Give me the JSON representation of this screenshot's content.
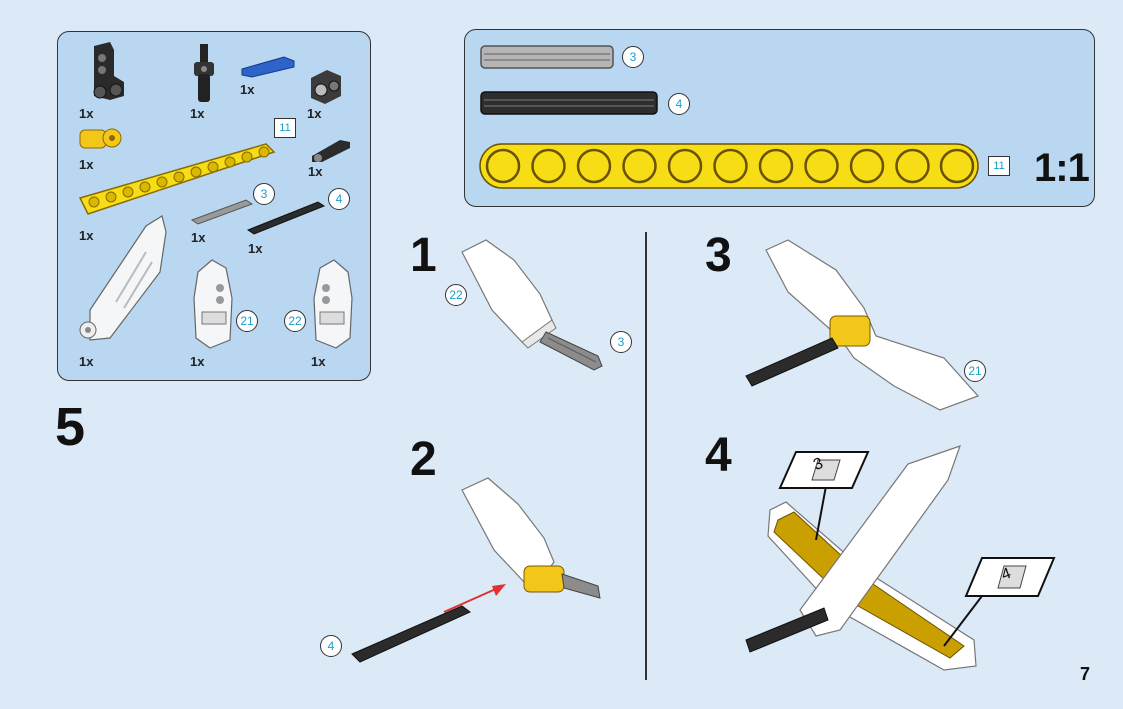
{
  "sub_step_number": "5",
  "page_number": "7",
  "parts_panel": {
    "parts": [
      {
        "name": "black-connector",
        "qty": "1x"
      },
      {
        "name": "black-axle-pin",
        "qty": "1x"
      },
      {
        "name": "blue-axle-pin",
        "qty": "1x"
      },
      {
        "name": "dark-grey-connector",
        "qty": "1x"
      },
      {
        "name": "yellow-connector",
        "qty": "1x"
      },
      {
        "name": "black-pin",
        "qty": "1x"
      },
      {
        "name": "yellow-beam",
        "qty": "1x",
        "length_label": "11"
      },
      {
        "name": "grey-axle",
        "qty": "1x",
        "length_label": "3"
      },
      {
        "name": "black-axle",
        "qty": "1x",
        "length_label": "4"
      },
      {
        "name": "white-panel-large",
        "qty": "1x"
      },
      {
        "name": "white-panel-21",
        "qty": "1x",
        "part_label": "21"
      },
      {
        "name": "white-panel-22",
        "qty": "1x",
        "part_label": "22"
      }
    ]
  },
  "ruler_panel": {
    "axle3_label": "3",
    "axle4_label": "4",
    "beam11_label": "11",
    "scale": "1:1"
  },
  "steps": [
    {
      "number": "1",
      "labels": [
        "22",
        "3"
      ]
    },
    {
      "number": "2",
      "labels": [
        "4"
      ]
    },
    {
      "number": "3",
      "labels": [
        "21"
      ]
    },
    {
      "number": "4",
      "sticker_labels": [
        "3",
        "4"
      ]
    }
  ],
  "colors": {
    "background": "#dceaf8",
    "panel": "#b9d7f1",
    "callout_text": "#19a0cc",
    "beam_yellow": "#f7dd16",
    "arrow_red": "#e03030"
  }
}
